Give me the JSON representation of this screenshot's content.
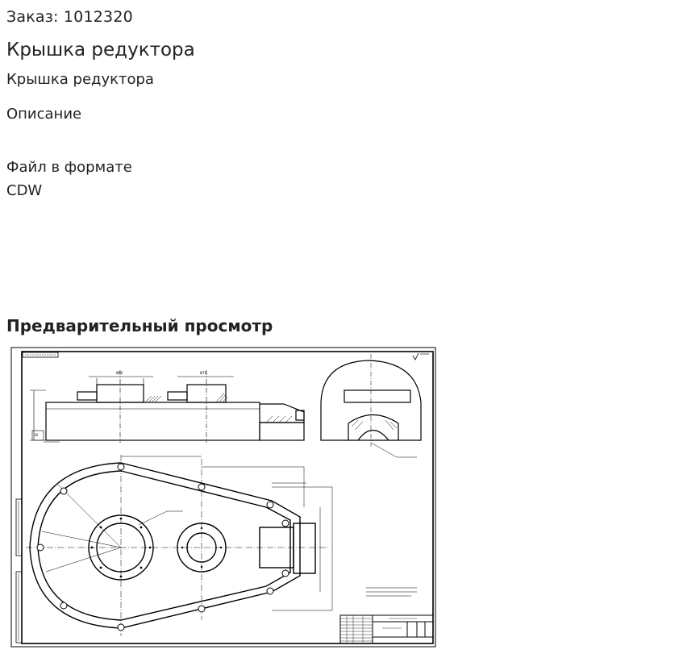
{
  "order": {
    "text": "Заказ: 1012320"
  },
  "product": {
    "title": "Крышка редуктора",
    "subtitle": "Крышка редуктора"
  },
  "description": {
    "heading": "Описание",
    "text": "Файл в формате CDW"
  },
  "preview": {
    "heading": "Предварительный просмотр",
    "image_kind": "technical-drawing"
  }
}
